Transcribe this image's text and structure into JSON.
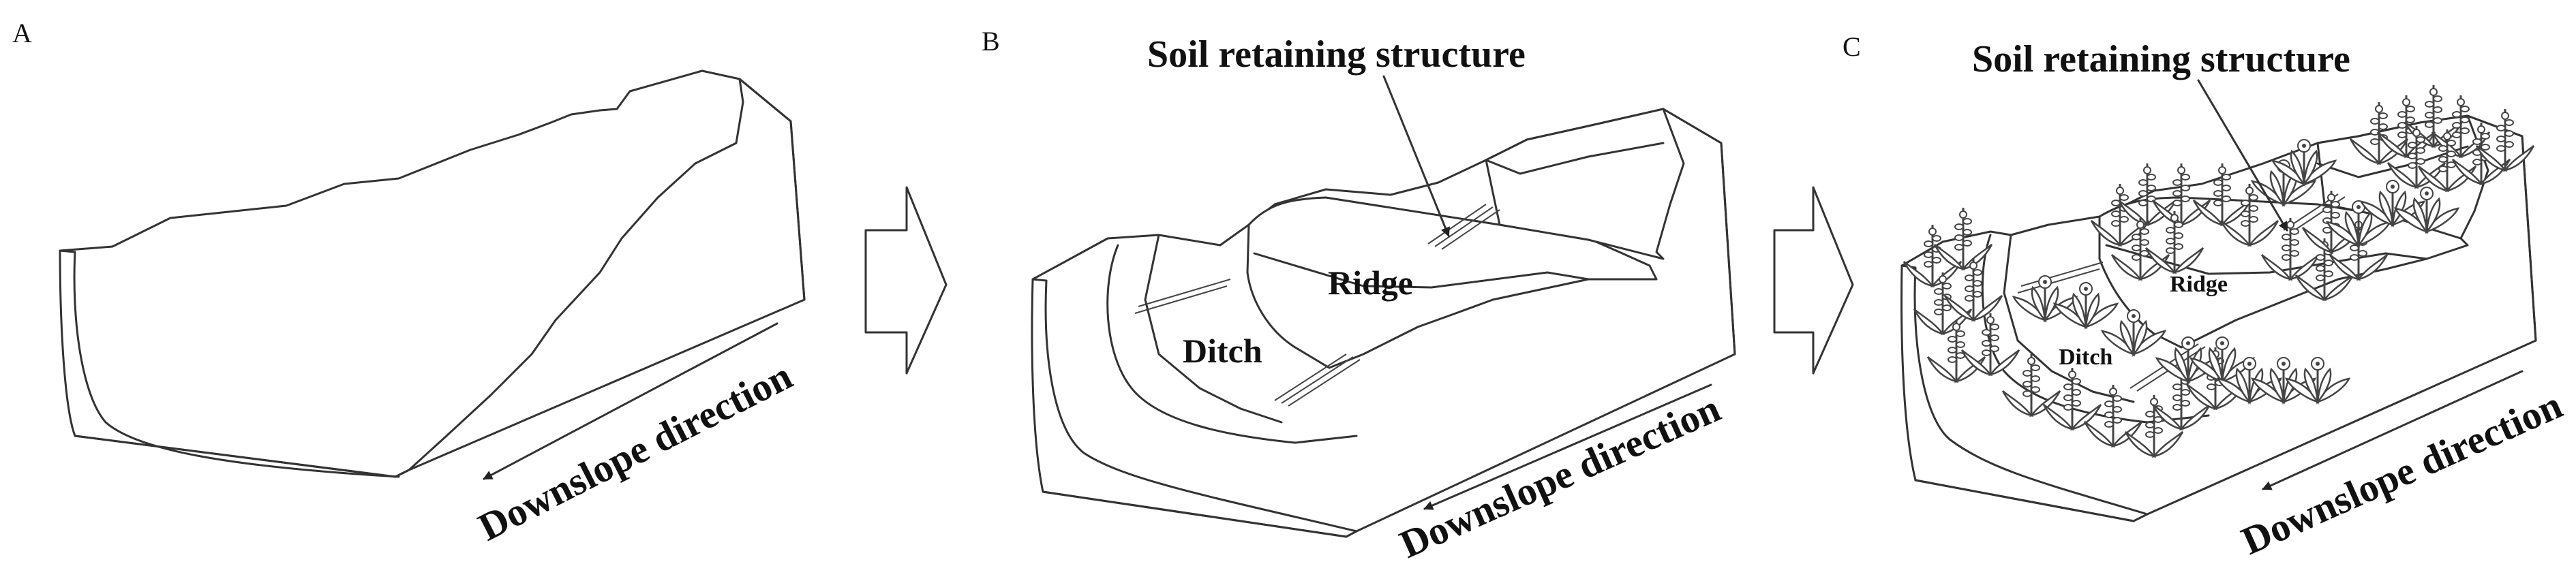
{
  "panels": [
    {
      "letter": "A",
      "downslope_label": "Downslope direction"
    },
    {
      "letter": "B",
      "structure_label": "Soil retaining structure",
      "ridge_label": "Ridge",
      "ditch_label": "Ditch",
      "downslope_label": "Downslope direction"
    },
    {
      "letter": "C",
      "structure_label": "Soil retaining structure",
      "ridge_label": "Ridge",
      "ditch_label": "Ditch",
      "downslope_label": "Downslope direction"
    }
  ],
  "colors": {
    "stroke": "#333333",
    "background": "#ffffff"
  },
  "icons": {
    "transition": "right-arrow-outline-icon"
  }
}
